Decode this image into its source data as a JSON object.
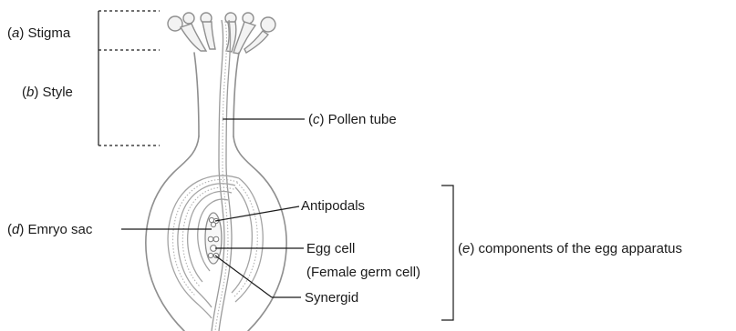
{
  "labels": {
    "stigma": {
      "letter": "a",
      "text": "Stigma"
    },
    "style": {
      "letter": "b",
      "text": "Style"
    },
    "pollen_tube": {
      "letter": "c",
      "text": "Pollen tube"
    },
    "embryo_sac": {
      "letter": "d",
      "text": "Emryo sac"
    },
    "antipodals": "Antipodals",
    "egg_cell": "Egg cell",
    "egg_cell_note": "(Female germ cell)",
    "synergid": "Synergid",
    "egg_apparatus": {
      "letter": "e",
      "text": "components of the egg apparatus"
    }
  },
  "colors": {
    "outline": "#8f8f8f",
    "text": "#1a1a1a"
  }
}
